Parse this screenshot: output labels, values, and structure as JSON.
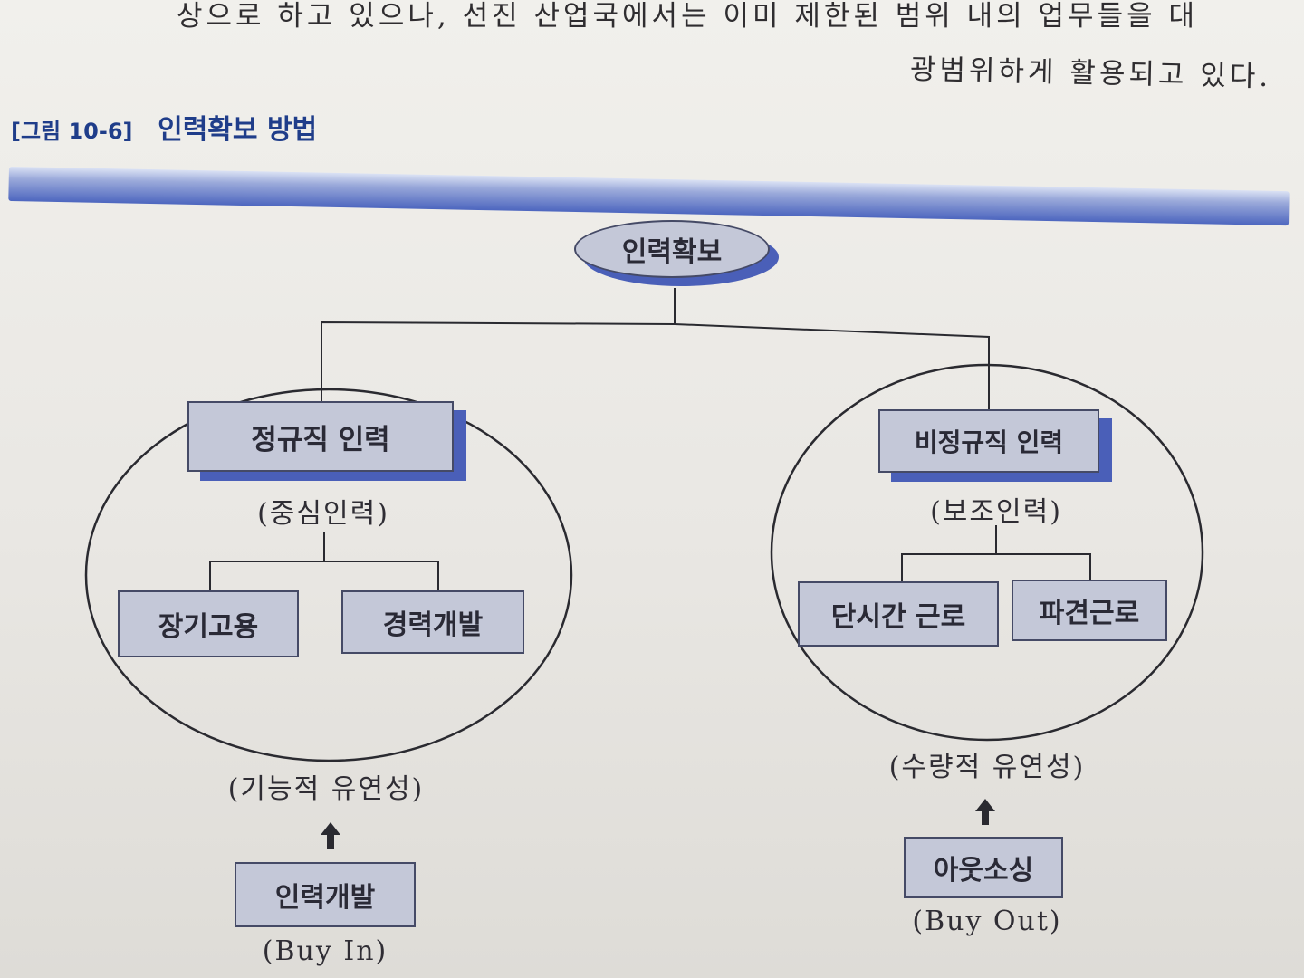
{
  "intro": {
    "line1": "상으로 하고 있으나, 선진 산업국에서는 이미 제한된 범위 내의 업무들을 대",
    "line2": "광범위하게 활용되고 있다."
  },
  "figure": {
    "number": "[그림 10-6]",
    "title": "인력확보 방법"
  },
  "root": {
    "label": "인력확보"
  },
  "regular": {
    "box": "정규직 인력",
    "sub": "(중심인력)",
    "children": [
      "장기고용",
      "경력개발"
    ],
    "flexibility": "(기능적 유연성)",
    "method": "인력개발",
    "method_en": "(Buy In)"
  },
  "nonregular": {
    "box": "비정규직 인력",
    "sub": "(보조인력)",
    "children": [
      "단시간 근로",
      "파견근로"
    ],
    "flexibility": "(수량적 유연성)",
    "method": "아웃소싱",
    "method_en": "(Buy Out)"
  },
  "colors": {
    "title_blue": "#1f3d8a",
    "box_fill": "#c4c8d8",
    "shadow_blue": "#4a5fb8"
  }
}
